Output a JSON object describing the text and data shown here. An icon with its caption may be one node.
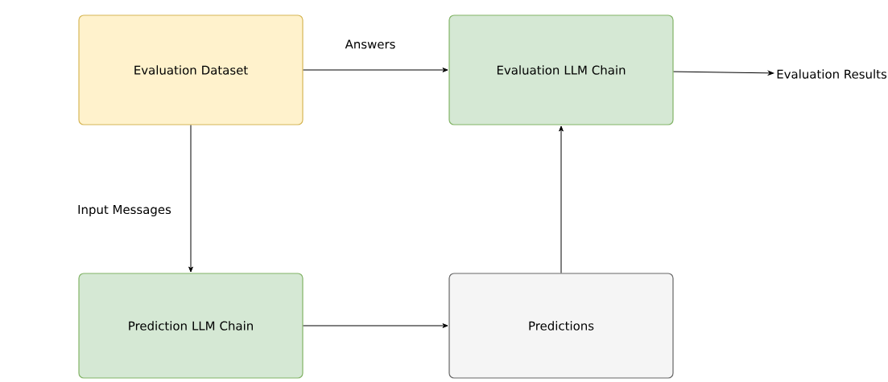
{
  "diagram": {
    "nodes": [
      {
        "text": [
          "Evaluation Dataset"
        ]
      },
      {
        "text": [
          "Evaluation LLM Chain"
        ]
      },
      {
        "text": [
          "Evaluation Results"
        ]
      },
      {
        "text": [
          "Prediction LLM Chain"
        ]
      },
      {
        "text": [
          "Predictions"
        ]
      }
    ],
    "edges": [
      {
        "from": 0,
        "to": 1,
        "arrow": "to",
        "label": "Answers"
      },
      {
        "from": 1,
        "to": 2,
        "arrow": "to"
      },
      {
        "from": 0,
        "to": 3,
        "arrow": "to",
        "label": "Input Messages"
      },
      {
        "from": 3,
        "to": 4,
        "arrow": "to"
      },
      {
        "from": 4,
        "to": 1,
        "arrow": "to"
      }
    ]
  }
}
